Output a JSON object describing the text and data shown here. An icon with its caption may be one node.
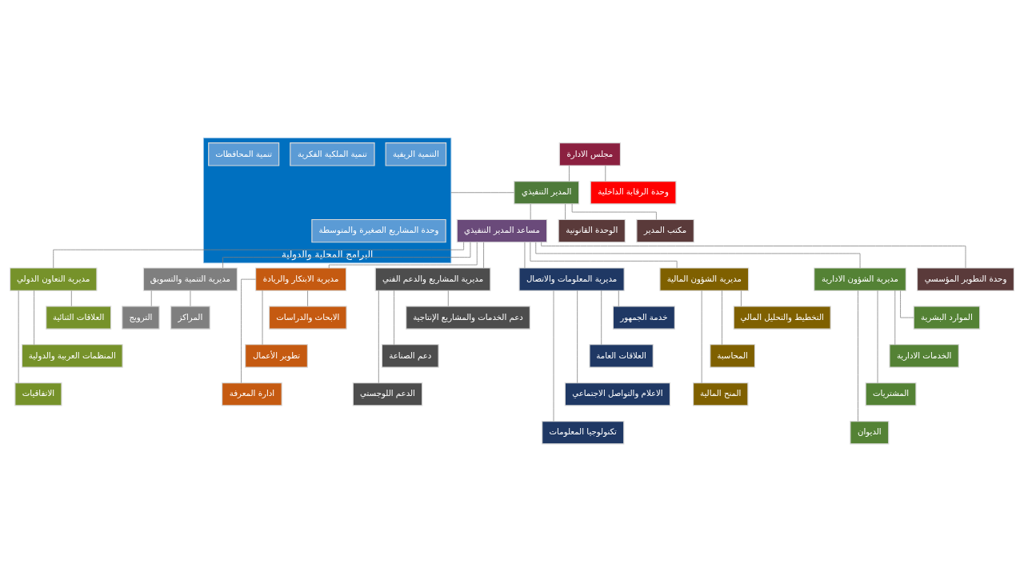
{
  "diagram": {
    "nodes": [
      {
        "text": [
          "مجلس الادارة"
        ]
      },
      {
        "text": [
          "وحدة الرقابة الداخلية"
        ]
      },
      {
        "text": [
          "المدير التنفيذي"
        ]
      },
      {
        "text": [
          "مكتب المدير"
        ]
      },
      {
        "text": [
          "الوحدة القانونية"
        ]
      },
      {
        "text": [
          "البرامج المحلية والدولية"
        ]
      },
      {
        "text": [
          "وحدة المشاريع الصغيرة والمتوسطة"
        ],
        "in": 5
      },
      {
        "text": [
          "تنمية المحافظات"
        ],
        "in": 5
      },
      {
        "text": [
          "تنمية الملكية الفكرية"
        ],
        "in": 5
      },
      {
        "text": [
          "التنمية الريفية"
        ],
        "in": 5
      },
      {
        "text": [
          "مساعد المدير التنفيذي"
        ]
      },
      {
        "text": [
          "وحدة التطوير المؤسسي"
        ]
      },
      {
        "text": [
          "مديرية الشؤون الادارية"
        ]
      },
      {
        "text": [
          "الموارد البشرية"
        ]
      },
      {
        "text": [
          "الخدمات الادارية"
        ]
      },
      {
        "text": [
          "المشتريات"
        ]
      },
      {
        "text": [
          "الديوان"
        ]
      },
      {
        "text": [
          "مديرية الشؤون المالية"
        ]
      },
      {
        "text": [
          "التخطيط والتحليل المالي"
        ]
      },
      {
        "text": [
          "المحاسبة"
        ]
      },
      {
        "text": [
          "المنح المالية"
        ]
      },
      {
        "text": [
          "مديرية المعلومات والاتصال"
        ]
      },
      {
        "text": [
          "خدمة الجمهور"
        ]
      },
      {
        "text": [
          "العلاقات العامة"
        ]
      },
      {
        "text": [
          "الاعلام والتواصل الاجتماعي"
        ]
      },
      {
        "text": [
          "تكنولوجيا المعلومات"
        ]
      },
      {
        "text": [
          "مديرية المشاريع والدعم الفني"
        ]
      },
      {
        "text": [
          "دعم الخدمات والمشاريع الإنتاجية"
        ]
      },
      {
        "text": [
          "دعم الصناعة"
        ]
      },
      {
        "text": [
          "الدعم اللوجستي"
        ]
      },
      {
        "text": [
          "مديرية الابتكار والريادة"
        ]
      },
      {
        "text": [
          "الابحاث والدراسات"
        ]
      },
      {
        "text": [
          "تطوير الأعمال"
        ]
      },
      {
        "text": [
          "ادارة المعرفة"
        ]
      },
      {
        "text": [
          "مديرية التنمية والتسويق"
        ]
      },
      {
        "text": [
          "المراكز"
        ]
      },
      {
        "text": [
          "الترويج"
        ]
      },
      {
        "text": [
          "مديرية التعاون الدولي"
        ]
      },
      {
        "text": [
          "العلاقات الثنائية"
        ]
      },
      {
        "text": [
          "المنظمات العربية والدولية"
        ]
      },
      {
        "text": [
          "الاتفاقيات"
        ]
      }
    ],
    "edges": [
      {
        "from": 0,
        "to": 1,
        "arrow": "none"
      },
      {
        "from": 0,
        "to": 2,
        "arrow": "none"
      },
      {
        "from": 2,
        "to": 3,
        "arrow": "none"
      },
      {
        "from": 2,
        "to": 4,
        "arrow": "none"
      },
      {
        "from": 2,
        "to": 5,
        "arrow": "none"
      },
      {
        "from": 2,
        "to": 10,
        "arrow": "none"
      },
      {
        "from": 10,
        "to": 11,
        "arrow": "none"
      },
      {
        "from": 10,
        "to": 12,
        "arrow": "none"
      },
      {
        "from": 10,
        "to": 17,
        "arrow": "none"
      },
      {
        "from": 10,
        "to": 21,
        "arrow": "none"
      },
      {
        "from": 10,
        "to": 26,
        "arrow": "none"
      },
      {
        "from": 10,
        "to": 30,
        "arrow": "none"
      },
      {
        "from": 10,
        "to": 34,
        "arrow": "none"
      },
      {
        "from": 10,
        "to": 37,
        "arrow": "none"
      },
      {
        "from": 12,
        "to": 13,
        "arrow": "none"
      },
      {
        "from": 12,
        "to": 14,
        "arrow": "none"
      },
      {
        "from": 12,
        "to": 15,
        "arrow": "none"
      },
      {
        "from": 12,
        "to": 16,
        "arrow": "none"
      },
      {
        "from": 17,
        "to": 18,
        "arrow": "none"
      },
      {
        "from": 17,
        "to": 19,
        "arrow": "none"
      },
      {
        "from": 17,
        "to": 20,
        "arrow": "none"
      },
      {
        "from": 21,
        "to": 22,
        "arrow": "none"
      },
      {
        "from": 21,
        "to": 23,
        "arrow": "none"
      },
      {
        "from": 21,
        "to": 24,
        "arrow": "none"
      },
      {
        "from": 21,
        "to": 25,
        "arrow": "none"
      },
      {
        "from": 26,
        "to": 27,
        "arrow": "none"
      },
      {
        "from": 26,
        "to": 28,
        "arrow": "none"
      },
      {
        "from": 26,
        "to": 29,
        "arrow": "none"
      },
      {
        "from": 30,
        "to": 31,
        "arrow": "none"
      },
      {
        "from": 30,
        "to": 32,
        "arrow": "none"
      },
      {
        "from": 30,
        "to": 33,
        "arrow": "none"
      },
      {
        "from": 34,
        "to": 35,
        "arrow": "none"
      },
      {
        "from": 34,
        "to": 36,
        "arrow": "none"
      },
      {
        "from": 37,
        "to": 38,
        "arrow": "none"
      },
      {
        "from": 37,
        "to": 39,
        "arrow": "none"
      },
      {
        "from": 37,
        "to": 40,
        "arrow": "none"
      }
    ]
  }
}
